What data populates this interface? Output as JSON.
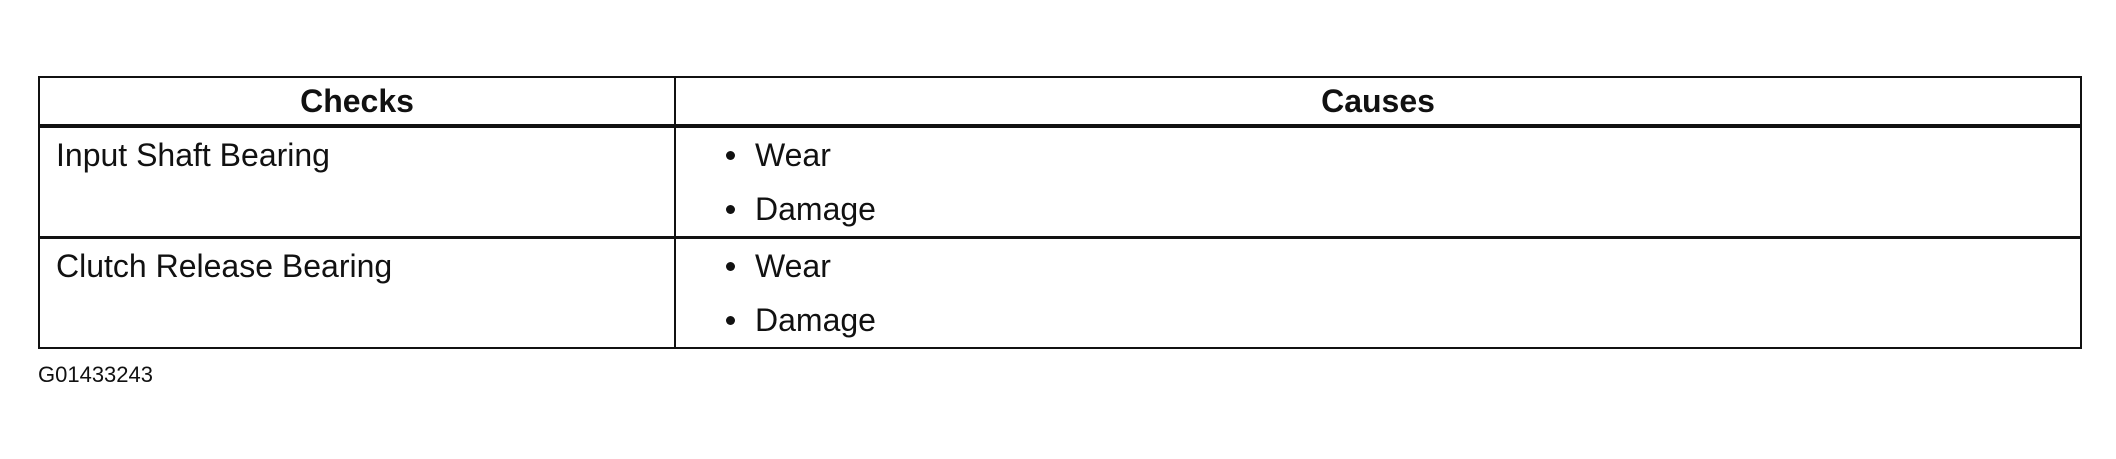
{
  "table": {
    "headers": [
      "Checks",
      "Causes"
    ],
    "rows": [
      {
        "check": "Input Shaft Bearing",
        "causes": [
          "Wear",
          "Damage"
        ]
      },
      {
        "check": "Clutch Release Bearing",
        "causes": [
          "Wear",
          "Damage"
        ]
      }
    ]
  },
  "figure_id": "G01433243"
}
